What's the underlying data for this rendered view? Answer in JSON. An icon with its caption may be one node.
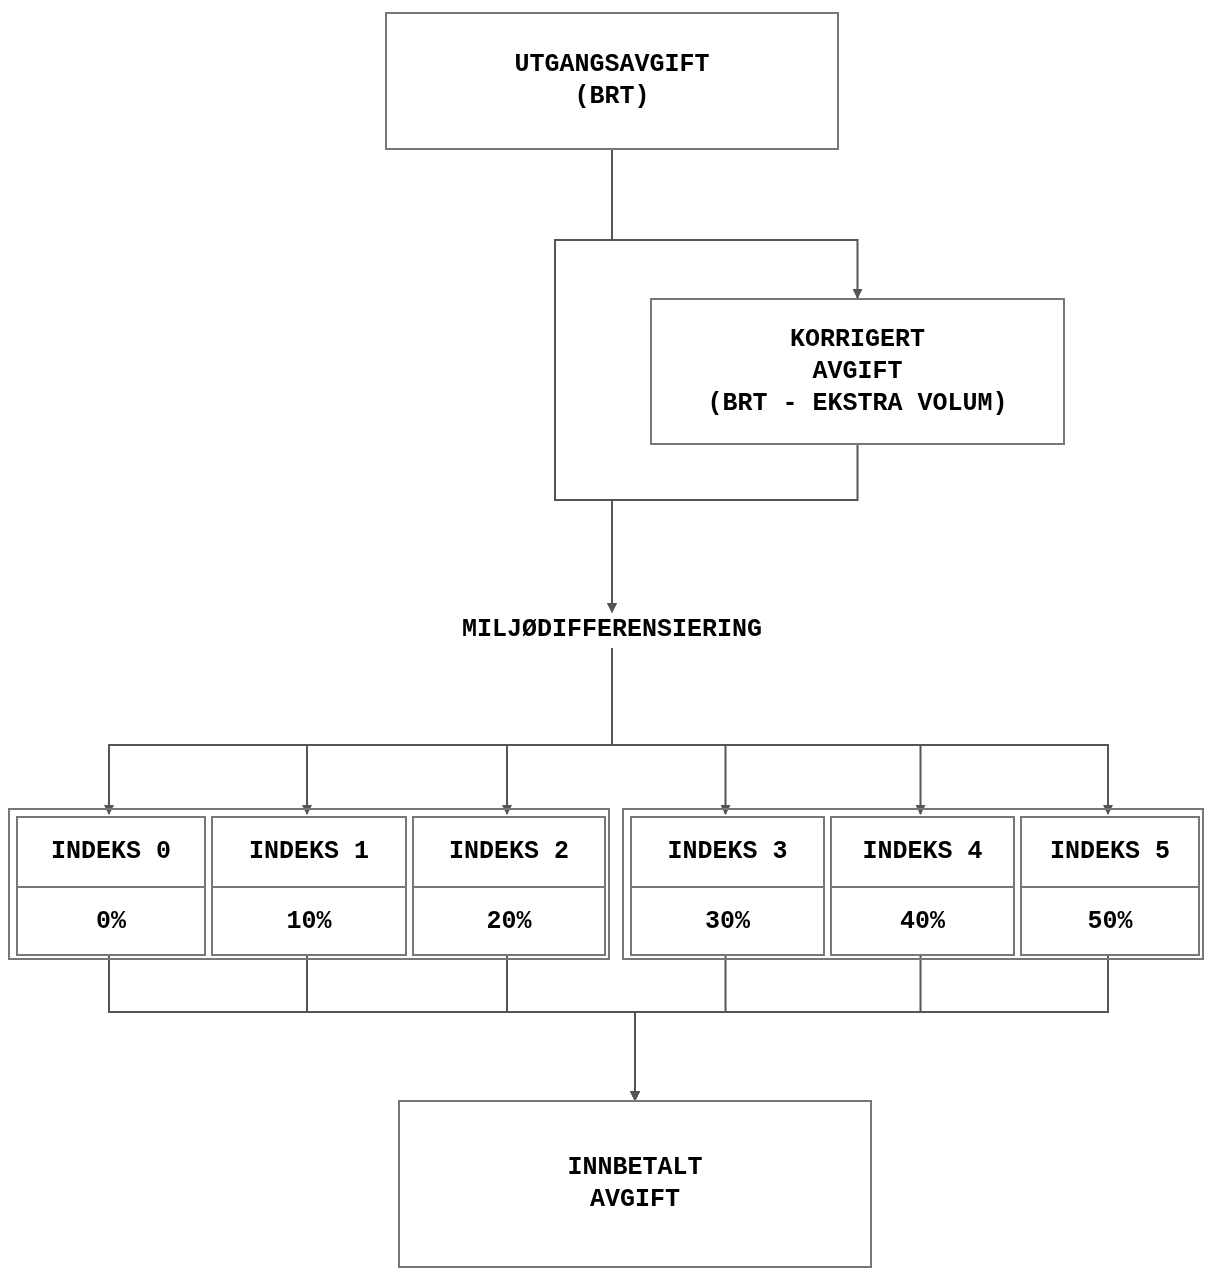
{
  "diagram": {
    "nodes": [
      {
        "text": [
          "UTGANGSAVGIFT",
          "(BRT)"
        ]
      },
      {
        "text": [
          "KORRIGERT AVGIFT",
          "(BRT - EKSTRA VOLUM)"
        ]
      },
      {
        "text": [
          "MILJØDIFFERENSIERING"
        ]
      },
      {
        "text": [],
        "shape": "box"
      },
      {
        "text": [],
        "shape": "box"
      },
      {
        "text": [
          "INDEKS 0",
          "0%"
        ],
        "in": 3
      },
      {
        "text": [
          "INDEKS 1",
          "10%"
        ],
        "in": 3
      },
      {
        "text": [
          "INDEKS 2",
          "20%"
        ],
        "in": 3
      },
      {
        "text": [
          "INDEKS 3",
          "30%"
        ],
        "in": 4
      },
      {
        "text": [
          "INDEKS 4",
          "40%"
        ],
        "in": 4
      },
      {
        "text": [
          "INDEKS 5",
          "50%"
        ],
        "in": 4
      },
      {
        "text": [
          "INNBETALT AVGIFT"
        ]
      }
    ],
    "edges": [
      {
        "from": 0,
        "to": 1,
        "arrow": "to"
      },
      {
        "from": 0,
        "to": 2,
        "arrow": "to"
      },
      {
        "from": 1,
        "to": 2,
        "arrow": "to"
      },
      {
        "from": 2,
        "to": 5,
        "arrow": "to"
      },
      {
        "from": 2,
        "to": 6,
        "arrow": "to"
      },
      {
        "from": 2,
        "to": 7,
        "arrow": "to"
      },
      {
        "from": 2,
        "to": 8,
        "arrow": "to"
      },
      {
        "from": 2,
        "to": 9,
        "arrow": "to"
      },
      {
        "from": 2,
        "to": 10,
        "arrow": "to"
      },
      {
        "from": 5,
        "to": 11,
        "arrow": "to"
      },
      {
        "from": 6,
        "to": 11,
        "arrow": "to"
      },
      {
        "from": 7,
        "to": 11,
        "arrow": "to"
      },
      {
        "from": 8,
        "to": 11,
        "arrow": "to"
      },
      {
        "from": 9,
        "to": 11,
        "arrow": "to"
      },
      {
        "from": 10,
        "to": 11,
        "arrow": "to"
      }
    ]
  }
}
